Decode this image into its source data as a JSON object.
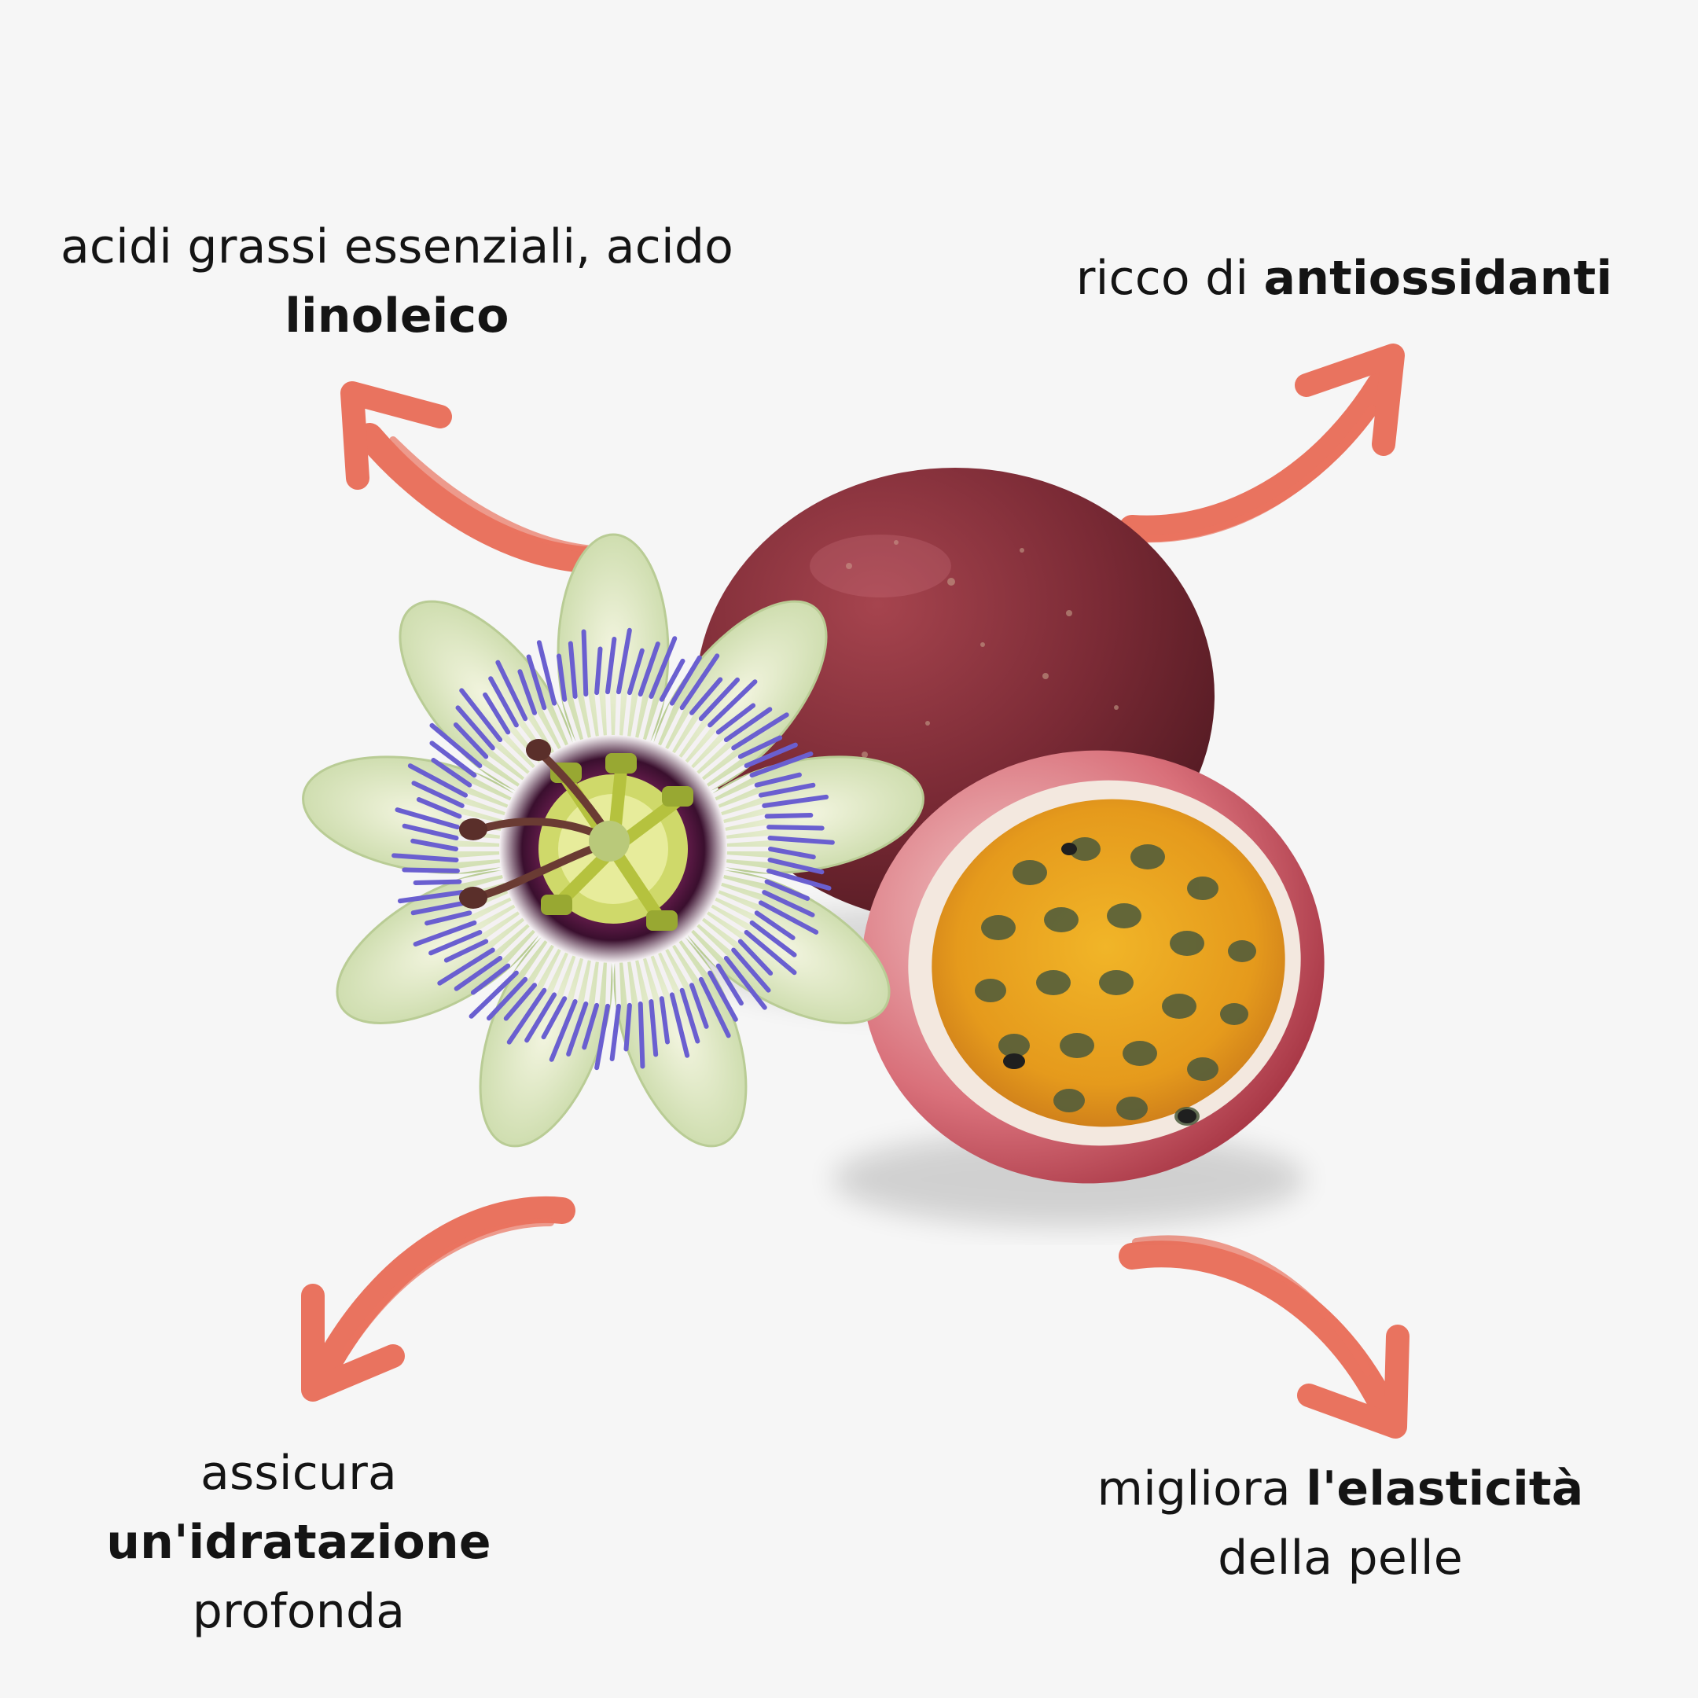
{
  "colors": {
    "background": "#f6f6f6",
    "arrow": "#e9735f",
    "text": "#141414"
  },
  "captions": {
    "top_left": {
      "line1": "acidi grassi essenziali, acido",
      "line2_bold": "linoleico"
    },
    "top_right": {
      "regular": "ricco di ",
      "bold": "antiossidanti"
    },
    "bottom_left": {
      "line1": "assicura",
      "line2_bold": "un'idratazione",
      "line3": "profonda"
    },
    "bottom_right": {
      "regular": "migliora ",
      "bold": "l'elasticità",
      "line2": "della pelle"
    }
  },
  "illustration": {
    "items": [
      "passion-flower",
      "whole-passion-fruit",
      "halved-passion-fruit"
    ]
  },
  "icons": [
    "arrow-top-left-icon",
    "arrow-top-right-icon",
    "arrow-bottom-left-icon",
    "arrow-bottom-right-icon"
  ]
}
